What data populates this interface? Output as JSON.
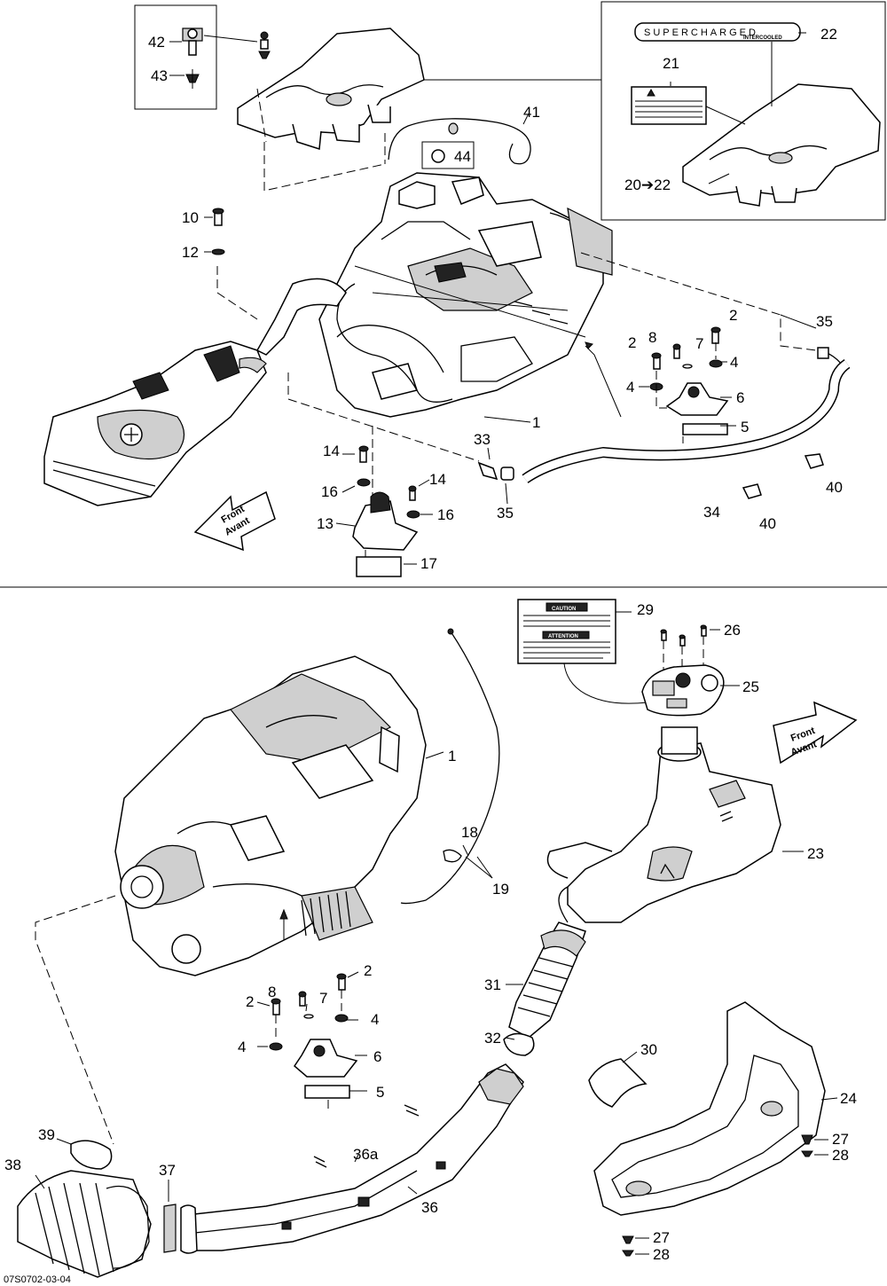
{
  "labels": {
    "l42": "42",
    "l43": "43",
    "l44": "44",
    "l41": "41",
    "l21": "21",
    "l22": "22",
    "l20": "20➔22",
    "l10": "10",
    "l12": "12",
    "l35a": "35",
    "l2a": "2",
    "l8a": "8",
    "l7a": "7",
    "l2b": "2",
    "l4a": "4",
    "l4b": "4",
    "l6a": "6",
    "l5a": "5",
    "l1a": "1",
    "l14a": "14",
    "l14b": "14",
    "l16a": "16",
    "l16b": "16",
    "l13": "13",
    "l17": "17",
    "l33": "33",
    "l35b": "35",
    "l34": "34",
    "l40a": "40",
    "l40b": "40",
    "l29": "29",
    "l26": "26",
    "l25": "25",
    "l1b": "1",
    "l23": "23",
    "l18": "18",
    "l19": "19",
    "l31": "31",
    "l32": "32",
    "l30": "30",
    "l24": "24",
    "l27a": "27",
    "l28a": "28",
    "l27b": "27",
    "l28b": "28",
    "l2c": "2",
    "l8b": "8",
    "l7b": "7",
    "l2d": "2",
    "l4c": "4",
    "l4d": "4",
    "l6b": "6",
    "l5b": "5",
    "l36a": "36a",
    "l36": "36",
    "l39": "39",
    "l38": "38",
    "l37": "37"
  },
  "decal_text": {
    "supercharged": "SUPERCHARGED",
    "intercooled": "INTERCOOLED",
    "caution": "CAUTION",
    "attention": "ATTENTION"
  },
  "front_arrow": {
    "line1": "Front",
    "line2": "Avant"
  },
  "figure_code": "07S0702-03-04"
}
